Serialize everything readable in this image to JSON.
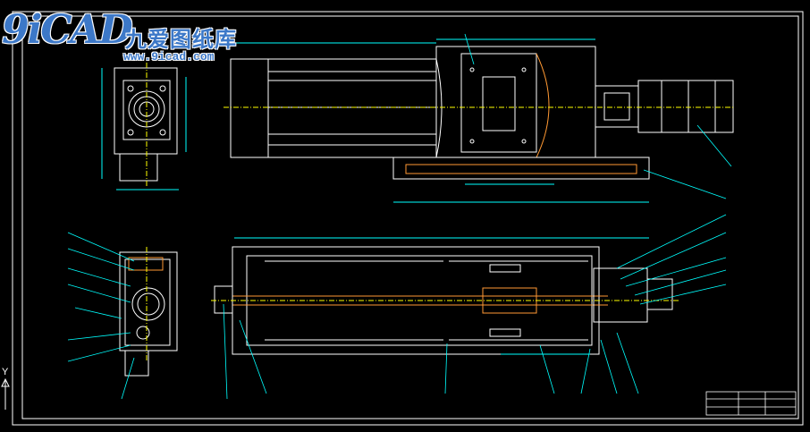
{
  "watermark": {
    "brand": "9iCAD",
    "chinese_name": "九爱图纸库",
    "url": "www.9icad.com"
  },
  "ucs": {
    "axis_label": "Y"
  },
  "colors": {
    "background": "#000000",
    "frame": "#ffffff",
    "geometry": "#ffffff",
    "dimensions": "#00ffff",
    "leaders": "#00ffff",
    "center_lines": "#ffff00",
    "hatching": "#ff9933",
    "section_lines": "#ff9933",
    "watermark": "#3c78c8"
  },
  "views": [
    "end-view",
    "top-view",
    "side-view",
    "section-end-view",
    "longitudinal-section",
    "title-block"
  ]
}
